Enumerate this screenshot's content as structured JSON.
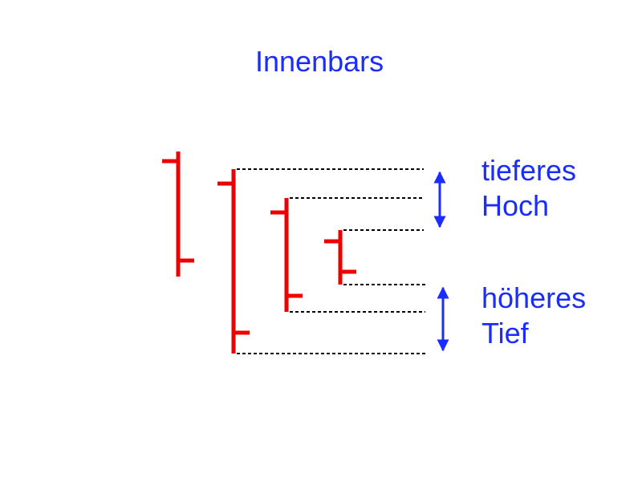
{
  "title": "Innenbars",
  "labels": {
    "lower_high": [
      "tieferes",
      "Hoch"
    ],
    "higher_low": [
      "höheres",
      "Tief"
    ]
  },
  "colors": {
    "bar": "#ee0000",
    "text": "#1a2cff",
    "arrow": "#1a2cff",
    "dashed_line": "#000000",
    "background": "#ffffff"
  },
  "bars": [
    {
      "id": "bar-1",
      "open": 8.2,
      "high": 8.8,
      "low": 1.0,
      "close": 2.0
    },
    {
      "id": "bar-2",
      "open": 6.8,
      "high": 7.7,
      "low": -3.8,
      "close": -2.5
    },
    {
      "id": "bar-3",
      "open": 5.0,
      "high": 5.9,
      "low": -1.2,
      "close": -0.2
    },
    {
      "id": "bar-4",
      "open": 3.2,
      "high": 3.9,
      "low": 0.5,
      "close": 1.3
    }
  ],
  "arrows": [
    {
      "id": "arrow-lower-high",
      "from_level": 7.7,
      "to_level": 3.9
    },
    {
      "id": "arrow-higher-low",
      "from_level": 0.5,
      "to_level": -3.8
    }
  ]
}
